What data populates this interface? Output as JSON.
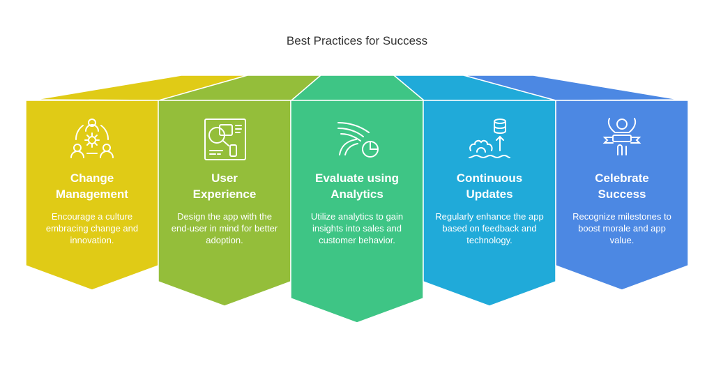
{
  "title": "Best Practices for Success",
  "colors": [
    "#E0CB16",
    "#94BE3A",
    "#3EC585",
    "#20AAD9",
    "#4C88E3"
  ],
  "steps": [
    {
      "title_1": "Change",
      "title_2": "Management",
      "description": "Encourage a culture embracing change and innovation.",
      "icon": "team-gear-icon"
    },
    {
      "title_1": "User",
      "title_2": "Experience",
      "description": "Design the app with the end-user in mind for better adoption.",
      "icon": "ui-layout-icon"
    },
    {
      "title_1": "Evaluate using",
      "title_2": "Analytics",
      "description": "Utilize analytics to gain insights into sales and customer behavior.",
      "icon": "analytics-flow-icon"
    },
    {
      "title_1": "Continuous",
      "title_2": "Updates",
      "description": "Regularly enhance the app based on feedback and technology.",
      "icon": "database-update-icon"
    },
    {
      "title_1": "Celebrate",
      "title_2": "Success",
      "description": "Recognize milestones to boost morale and app value.",
      "icon": "celebrate-icon"
    }
  ]
}
